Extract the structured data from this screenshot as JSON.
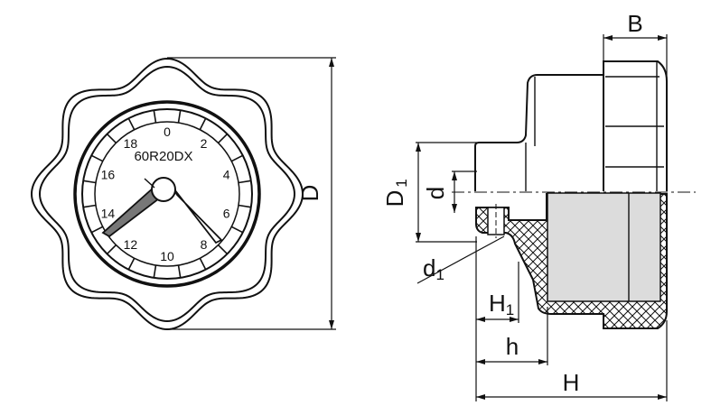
{
  "front_view": {
    "model_code": "60R20DX",
    "dial_numbers": [
      "0",
      "2",
      "4",
      "6",
      "8",
      "10",
      "12",
      "14",
      "16",
      "18"
    ],
    "dimension_label": "D"
  },
  "side_view": {
    "labels": {
      "B": "B",
      "D1_main": "D",
      "D1_sub": "1",
      "d": "d",
      "d1_main": "d",
      "d1_sub": "1",
      "H1_main": "H",
      "H1_sub": "1",
      "h": "h",
      "H": "H"
    }
  }
}
